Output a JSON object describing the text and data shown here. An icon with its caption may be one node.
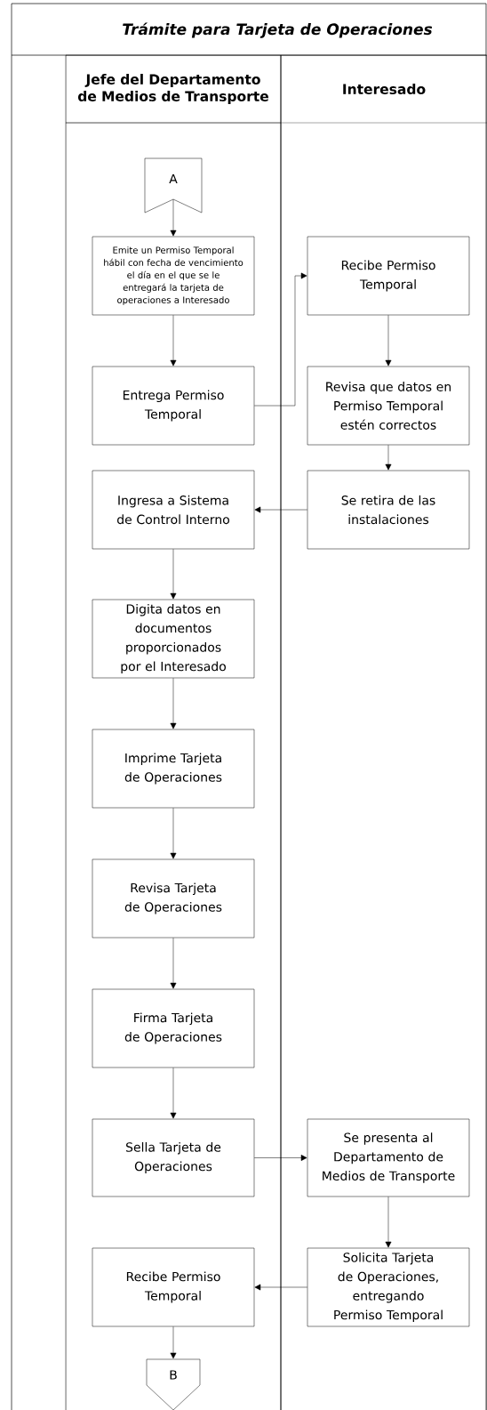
{
  "diagram": {
    "title": "Trámite para Tarjeta de Operaciones",
    "nodes": [
      {
        "text": [
          "Jefe del Departamento de Medios de Transporte"
        ]
      },
      {
        "text": [
          "Interesado"
        ]
      },
      {
        "text": [
          "A"
        ],
        "in": 0
      },
      {
        "text": [
          "Emite un Permiso Temporal hábil con fecha de vencimiento el día en el que se le entregará la tarjeta de operaciones a Interesado"
        ],
        "in": 0
      },
      {
        "text": [
          "Recibe Permiso Temporal"
        ],
        "in": 1
      },
      {
        "text": [
          "Entrega Permiso Temporal"
        ],
        "in": 0
      },
      {
        "text": [
          "Revisa que datos en Permiso Temporal estén correctos"
        ],
        "in": 1
      },
      {
        "text": [
          "Ingresa a Sistema de Control Interno"
        ],
        "in": 0
      },
      {
        "text": [
          "Se retira de las instalaciones"
        ],
        "in": 1
      },
      {
        "text": [
          "Digita datos en documentos proporcionados por el Interesado"
        ],
        "in": 0
      },
      {
        "text": [
          "Imprime Tarjeta de Operaciones"
        ],
        "in": 0
      },
      {
        "text": [
          "Revisa Tarjeta de Operaciones"
        ],
        "in": 0
      },
      {
        "text": [
          "Firma Tarjeta de Operaciones"
        ],
        "in": 0
      },
      {
        "text": [
          "Sella Tarjeta de Operaciones"
        ],
        "in": 0
      },
      {
        "text": [
          "Se presenta al Departamento de Medios de Transporte"
        ],
        "in": 1
      },
      {
        "text": [
          "Recibe Permiso Temporal"
        ],
        "in": 0
      },
      {
        "text": [
          "Solicita Tarjeta de Operaciones, entregando Permiso Temporal"
        ],
        "in": 1
      },
      {
        "text": [
          "B"
        ],
        "in": 0
      }
    ],
    "edges": [
      {
        "from": 2,
        "to": 3,
        "arrow": "to"
      },
      {
        "from": 3,
        "to": 5,
        "arrow": "to"
      },
      {
        "from": 5,
        "to": 4,
        "arrow": "to"
      },
      {
        "from": 4,
        "to": 6,
        "arrow": "to"
      },
      {
        "from": 6,
        "to": 8,
        "arrow": "to"
      },
      {
        "from": 8,
        "to": 7,
        "arrow": "to"
      },
      {
        "from": 7,
        "to": 9,
        "arrow": "to"
      },
      {
        "from": 9,
        "to": 10,
        "arrow": "to"
      },
      {
        "from": 10,
        "to": 11,
        "arrow": "to"
      },
      {
        "from": 11,
        "to": 12,
        "arrow": "to"
      },
      {
        "from": 12,
        "to": 13,
        "arrow": "to"
      },
      {
        "from": 13,
        "to": 14,
        "arrow": "to"
      },
      {
        "from": 14,
        "to": 16,
        "arrow": "to"
      },
      {
        "from": 16,
        "to": 15,
        "arrow": "to"
      },
      {
        "from": 15,
        "to": 17,
        "arrow": "to"
      }
    ]
  }
}
